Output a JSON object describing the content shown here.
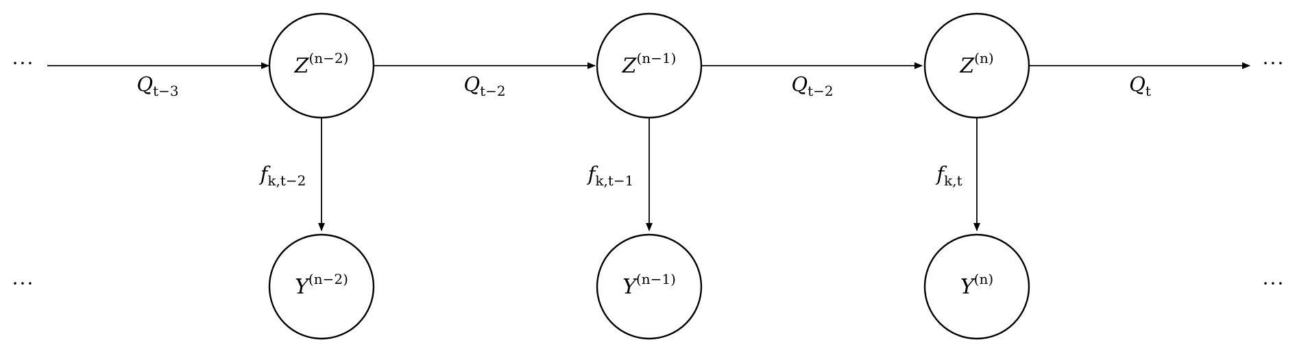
{
  "continuation": {
    "top_left": "···",
    "top_right": "···",
    "bottom_left": "···",
    "bottom_right": "···"
  },
  "hidden_nodes": [
    {
      "base": "Z",
      "sup": "(n−2)"
    },
    {
      "base": "Z",
      "sup": "(n−1)"
    },
    {
      "base": "Z",
      "sup": "(n)"
    }
  ],
  "observed_nodes": [
    {
      "base": "Y",
      "sup": "(n−2)"
    },
    {
      "base": "Y",
      "sup": "(n−1)"
    },
    {
      "base": "Y",
      "sup": "(n)"
    }
  ],
  "transition_labels": [
    {
      "base": "Q",
      "sub": "t−3"
    },
    {
      "base": "Q",
      "sub": "t−2"
    },
    {
      "base": "Q",
      "sub": "t−2"
    },
    {
      "base": "Q",
      "sub": "t"
    }
  ],
  "emission_labels": [
    {
      "base": "f",
      "sub": "k,t−2"
    },
    {
      "base": "f",
      "sub": "k,t−1"
    },
    {
      "base": "f",
      "sub": "k,t"
    }
  ]
}
